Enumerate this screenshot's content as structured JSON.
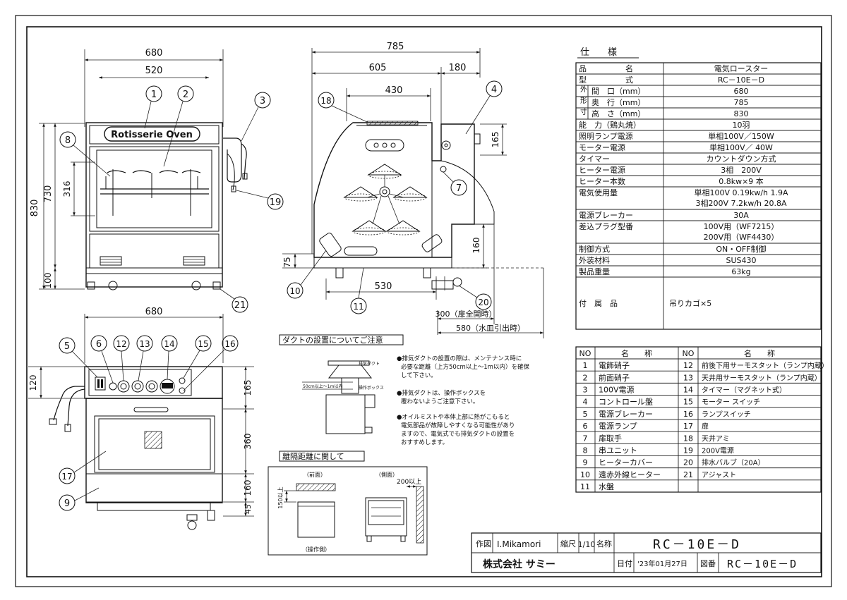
{
  "brand": "Rotisserie Oven",
  "front_view": {
    "width_total": "680",
    "width_inner": "520",
    "height_total": "830",
    "height_body": "730",
    "height_window": "316",
    "height_base": "100"
  },
  "side_view": {
    "depth_total": "785",
    "depth_main": "605",
    "depth_rear": "180",
    "depth_top": "430",
    "dim_box": "165",
    "dim_160": "160",
    "dim_75": "75",
    "dim_530": "530",
    "dim_300": "300（扉全開時）",
    "dim_580": "580（水皿引出時）"
  },
  "panel_view": {
    "width": "680",
    "h120": "120",
    "h165": "165",
    "h360": "360",
    "h160": "160",
    "h45": "45"
  },
  "callouts": [
    "1",
    "2",
    "3",
    "4",
    "5",
    "6",
    "7",
    "8",
    "9",
    "10",
    "11",
    "12",
    "13",
    "14",
    "15",
    "16",
    "17",
    "18",
    "19",
    "20",
    "21"
  ],
  "duct_note": {
    "title": "ダクトの設置についてご注意",
    "lines": [
      "●排気ダクトの設置の際は、メンテナンス時に",
      "必要な距離（上方50cm以上～1m以内）を確保",
      "して下さい。",
      "●排気ダクトは、操作ボックスを",
      "覆わないようご注意下さい。",
      "●オイルミストや本体上部に熱がこもると",
      "電気部品が故障しやすくなる可能性があり",
      "ますので、電気式でも排気ダクトの設置を",
      "おすすめします。"
    ],
    "label_duct": "排気ダクト",
    "label_box": "操作ボックス",
    "label_dist": "50cm以上～1m以内"
  },
  "clearance_note": {
    "title": "離隔距離に関して",
    "front_label": "（前面）",
    "side_label": "（側面）",
    "operator_label": "（操作側）",
    "dim_150": "150以上",
    "dim_200": "200以上"
  },
  "spec_table": {
    "title": "仕　　様",
    "rows": [
      {
        "label": "品　　　　　名",
        "value": "電気ロースター"
      },
      {
        "label": "型　　　　　式",
        "value": "RC－10E－D"
      },
      {
        "label": "間　口（mm）",
        "value": "680"
      },
      {
        "label": "奥　行（mm）",
        "value": "785"
      },
      {
        "label": "高　さ（mm）",
        "value": "830"
      },
      {
        "label": "能　力（鶏丸焼）",
        "value": "10羽"
      },
      {
        "label": "照明ランプ電源",
        "value": "単相100V／150W"
      },
      {
        "label": "モーター電源",
        "value": "単相100V／ 40W"
      },
      {
        "label": "タイマー",
        "value": "カウントダウン方式"
      },
      {
        "label": "ヒーター電源",
        "value": "3相　200V"
      },
      {
        "label": "ヒーター本数",
        "value": "0.8kw×9 本"
      },
      {
        "label": "電気使用量",
        "value": "単相100V 0.19kw/h 1.9A",
        "value2": "3相200V 7.2kw/h 20.8A"
      },
      {
        "label": "電源ブレーカー",
        "value": "30A"
      },
      {
        "label": "差込プラグ型番",
        "value": "100V用（WF7215）",
        "value2": "200V用（WF4430）"
      },
      {
        "label": "制御方式",
        "value": "ON・OFF制御"
      },
      {
        "label": "外装材料",
        "value": "SUS430"
      },
      {
        "label": "製品重量",
        "value": "63kg"
      },
      {
        "label": "付　属　品",
        "value": "吊りカゴ×5"
      }
    ],
    "dims_group": "外形寸法"
  },
  "parts_table": {
    "headers": [
      "NO",
      "名　　称",
      "NO",
      "名　　称"
    ],
    "rows": [
      [
        "1",
        "電飾硝子",
        "12",
        "前後下用サーモスタット（ランプ内蔵）"
      ],
      [
        "2",
        "前面硝子",
        "13",
        "天井用サーモスタット（ランプ内蔵）"
      ],
      [
        "3",
        "100V電源",
        "14",
        "タイマー（マグネット式）"
      ],
      [
        "4",
        "コントロール盤",
        "15",
        "モーター スイッチ"
      ],
      [
        "5",
        "電源ブレーカー",
        "16",
        "ランプスイッチ"
      ],
      [
        "6",
        "電源ランプ",
        "17",
        "扉"
      ],
      [
        "7",
        "扉取手",
        "18",
        "天井アミ"
      ],
      [
        "8",
        "串ユニット",
        "19",
        "200V電源"
      ],
      [
        "9",
        "ヒーターカバー",
        "20",
        "排水バルブ（20A）"
      ],
      [
        "10",
        "遠赤外線ヒーター",
        "21",
        "アジャスト"
      ],
      [
        "11",
        "水盤",
        "",
        ""
      ]
    ]
  },
  "title_block": {
    "drawn_label": "作図",
    "drawn_by": "I.Mikamori",
    "scale_label": "縮尺",
    "scale": "1/10",
    "name_label": "名称",
    "name": "RC－10E－D",
    "company": "株式会社 サミー",
    "date_label": "日付",
    "date": "'23年01月27日",
    "drawing_label": "図番",
    "drawing_no": "RC－10E－D"
  }
}
